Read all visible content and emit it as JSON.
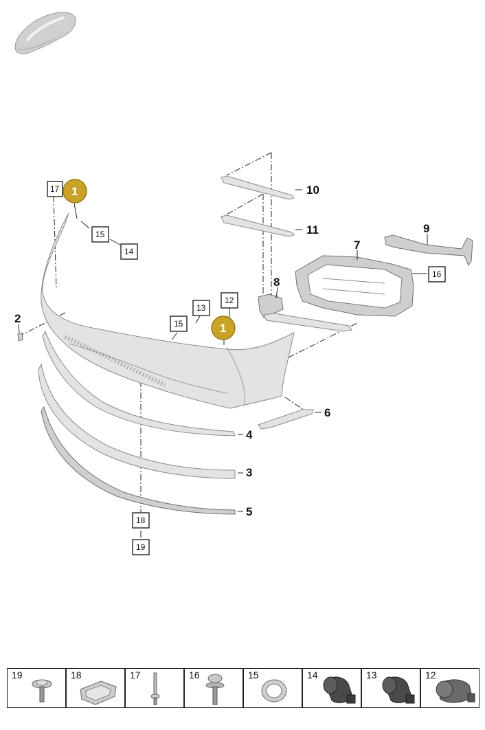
{
  "colors": {
    "badge_fill": "#c9a227",
    "badge_stroke": "#9a7a14",
    "part_fill": "#e3e3e3",
    "part_stroke": "#8a8a8a",
    "line": "#222222"
  },
  "icons": {
    "model_thumbnail": "car-silhouette-icon"
  },
  "callouts": {
    "c1": "1",
    "c2": "2",
    "c3": "3",
    "c4": "4",
    "c5": "5",
    "c6": "6",
    "c7": "7",
    "c8": "8",
    "c9": "9",
    "c10": "10",
    "c11": "11"
  },
  "boxed": {
    "b12": "12",
    "b13": "13",
    "b14": "14",
    "b15a": "15",
    "b15b": "15",
    "b16": "16",
    "b17": "17",
    "b18": "18",
    "b19": "19"
  },
  "badges": {
    "badge_a": "1",
    "badge_b": "1"
  },
  "parts_strip": [
    {
      "number": "19",
      "icon": "screw-icon"
    },
    {
      "number": "18",
      "icon": "clip-bracket-icon"
    },
    {
      "number": "17",
      "icon": "rivet-icon"
    },
    {
      "number": "16",
      "icon": "screw-icon"
    },
    {
      "number": "15",
      "icon": "ring-icon"
    },
    {
      "number": "14",
      "icon": "sensor-icon"
    },
    {
      "number": "13",
      "icon": "sensor-icon"
    },
    {
      "number": "12",
      "icon": "sensor-icon"
    }
  ]
}
